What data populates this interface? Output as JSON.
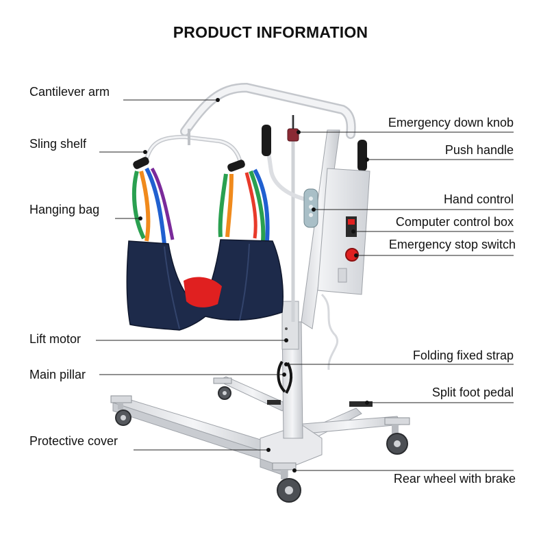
{
  "title": "PRODUCT INFORMATION",
  "labels": {
    "cantilever_arm": "Cantilever arm",
    "sling_shelf": "Sling shelf",
    "hanging_bag": "Hanging bag",
    "lift_motor": "Lift motor",
    "main_pillar": "Main pillar",
    "protective_cover": "Protective cover",
    "emergency_down_knob": "Emergency down knob",
    "push_handle": "Push handle",
    "hand_control": "Hand control",
    "computer_control_box": "Computer control box",
    "emergency_stop_switch": "Emergency stop switch",
    "folding_fixed_strap": "Folding fixed strap",
    "split_foot_pedal": "Split foot pedal",
    "rear_wheel_with_brake": "Rear wheel with brake"
  },
  "colors": {
    "frame": "#e6e7ea",
    "frame_edge": "#9ea2a8",
    "sling": "#1d2a4a",
    "accent_red": "#e02020",
    "handle": "#1a1a1a"
  }
}
